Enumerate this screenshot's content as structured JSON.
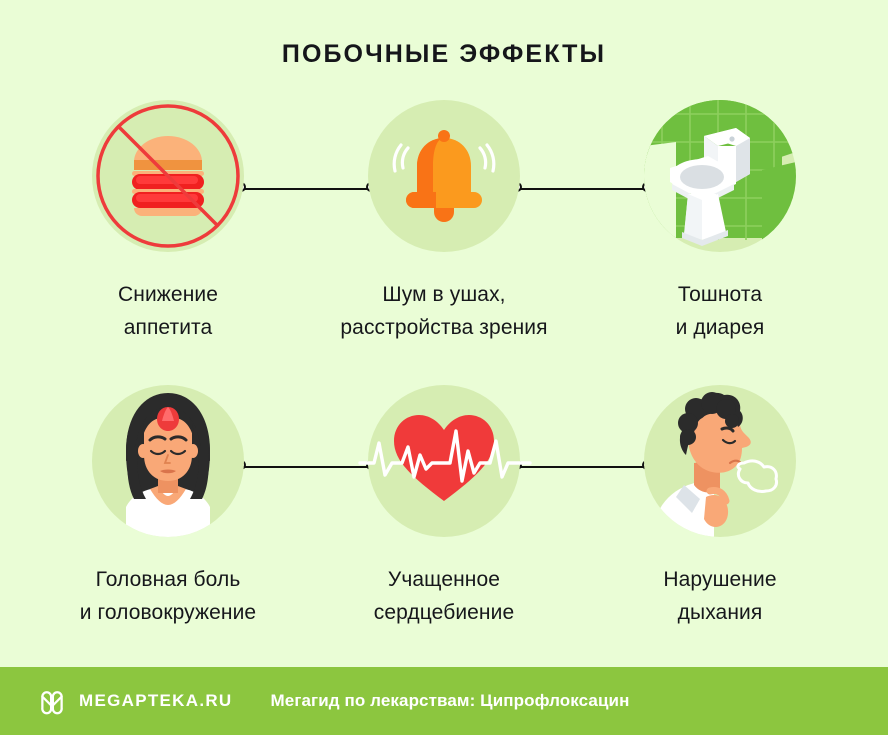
{
  "page": {
    "title": "ПОБОЧНЫЕ ЭФФЕКТЫ",
    "background_color": "#EAFDD6",
    "accent_green": "#8CC63F",
    "circle_bg_color": "#D6EDB2",
    "text_color": "#16171B"
  },
  "items": [
    {
      "id": "appetite",
      "icon": "burger-no-entry-icon",
      "label_line1": "Снижение",
      "label_line2": "аппетита"
    },
    {
      "id": "tinnitus",
      "icon": "bell-ringing-icon",
      "label_line1": "Шум в ушах,",
      "label_line2": "расстройства зрения"
    },
    {
      "id": "nausea",
      "icon": "toilet-icon",
      "label_line1": "Тошнота",
      "label_line2": "и диарея"
    },
    {
      "id": "headache",
      "icon": "woman-headache-icon",
      "label_line1": "Головная боль",
      "label_line2": "и головокружение"
    },
    {
      "id": "tachycardia",
      "icon": "heart-ecg-icon",
      "label_line1": "Учащенное",
      "label_line2": "сердцебиение"
    },
    {
      "id": "breathing",
      "icon": "man-breathing-icon",
      "label_line1": "Нарушение",
      "label_line2": "дыхания"
    }
  ],
  "footer": {
    "logo_icon": "megapteka-m-logo-icon",
    "brand": "MEGAPTEKA.RU",
    "subtitle": "Мегагид по лекарствам: Ципрофлоксацин",
    "background_color": "#8CC63F",
    "text_color": "#FFFFFF"
  }
}
